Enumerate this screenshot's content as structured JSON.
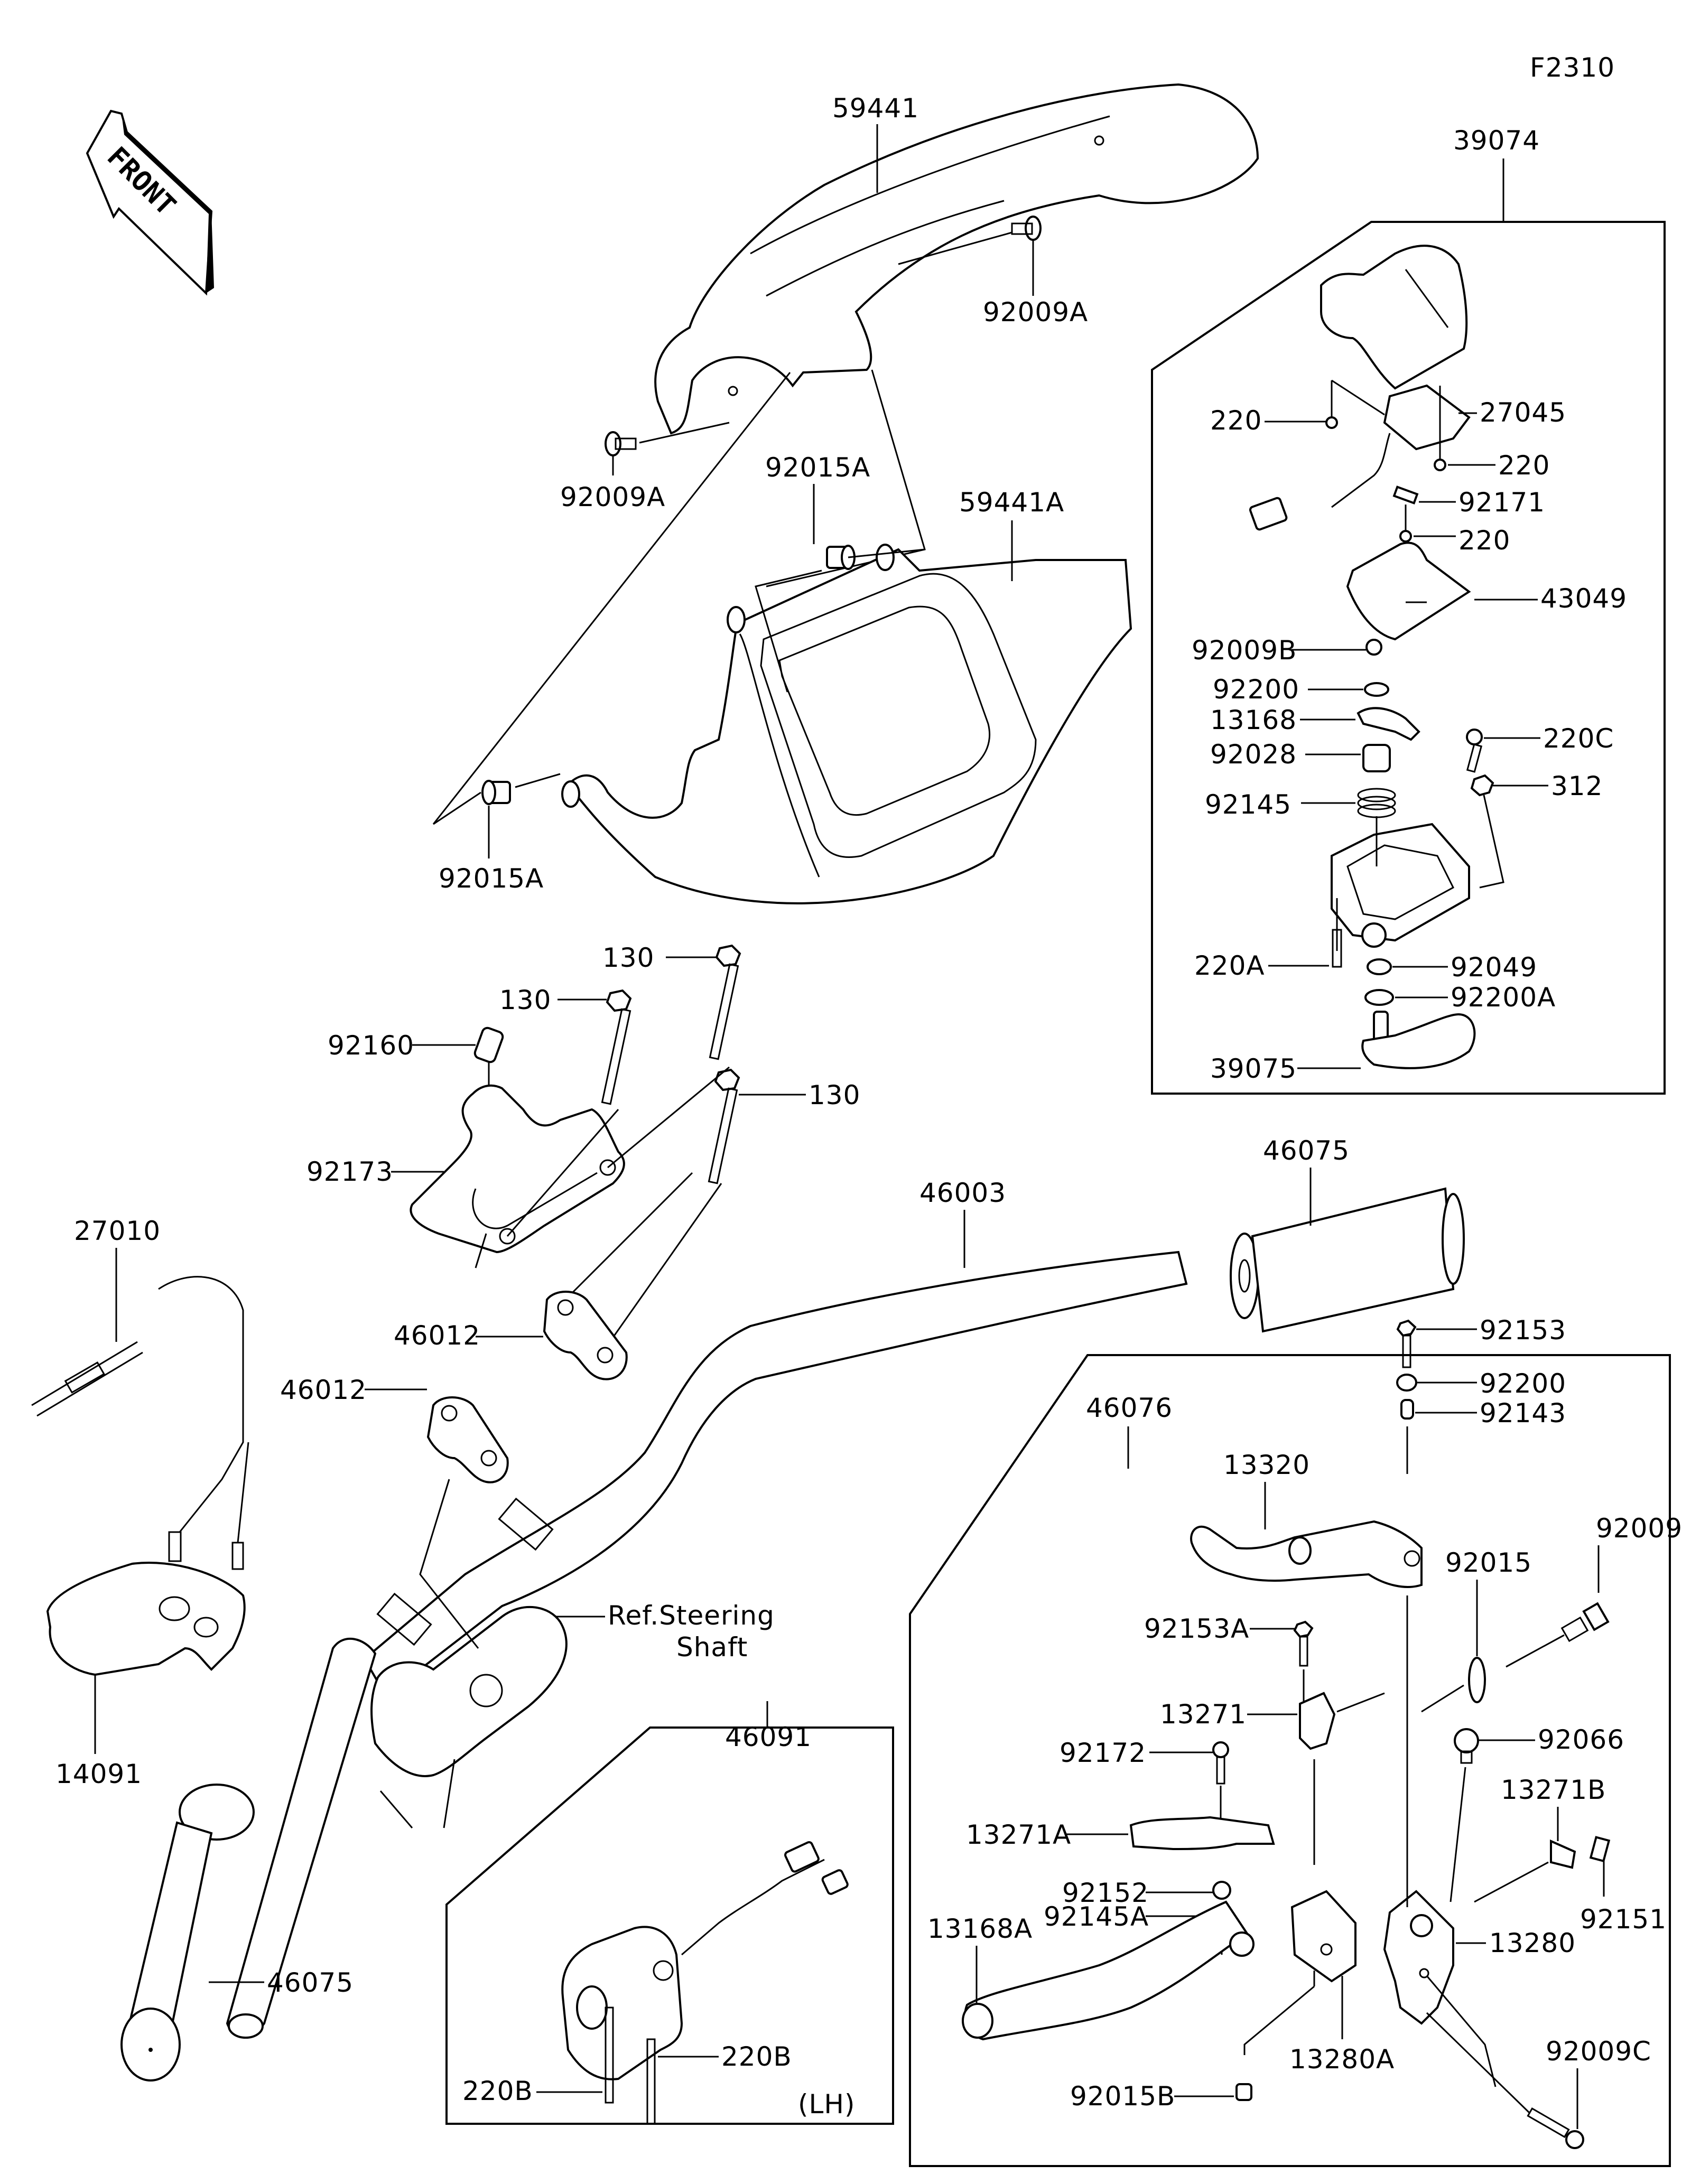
{
  "diagram": {
    "figure_code": "F2310",
    "direction_marker": "FRONT",
    "side_note": "(LH)",
    "reference_note": [
      "Ref.Steering",
      "Shaft"
    ],
    "groups": [
      {
        "id": "39074",
        "label": "39074",
        "description": "throttle case assembly (right side box)"
      },
      {
        "id": "46076",
        "label": "46076",
        "description": "clutch/brake lever assembly (lower right box)"
      },
      {
        "id": "46091",
        "label": "46091",
        "description": "left handlebar switch (lower center box)"
      }
    ],
    "labels": {
      "p59441": "59441",
      "p92009A_a": "92009A",
      "p92009A_b": "92009A",
      "p92015A_a": "92015A",
      "p92015A_b": "92015A",
      "p59441A": "59441A",
      "p39074": "39074",
      "p220_a": "220",
      "p27045": "27045",
      "p220_b": "220",
      "p92171": "92171",
      "p220_c": "220",
      "p43049": "43049",
      "p92009B": "92009B",
      "p92200": "92200",
      "p13168": "13168",
      "p220C": "220C",
      "p92028": "92028",
      "p312": "312",
      "p92145": "92145",
      "p220A": "220A",
      "p92049": "92049",
      "p92200A": "92200A",
      "p39075": "39075",
      "p130_a": "130",
      "p130_b": "130",
      "p130_c": "130",
      "p92160": "92160",
      "p92173": "92173",
      "p46003": "46003",
      "p46075_a": "46075",
      "p27010": "27010",
      "p46012_a": "46012",
      "p46012_b": "46012",
      "p46076": "46076",
      "p92153": "92153",
      "p92200_b": "92200",
      "p92143": "92143",
      "p13320": "13320",
      "p92009": "92009",
      "p92015": "92015",
      "p92153A": "92153A",
      "p13271": "13271",
      "p92066": "92066",
      "p92172": "92172",
      "p13271B": "13271B",
      "p13271A": "13271A",
      "p92151": "92151",
      "p92152": "92152",
      "p92145A": "92145A",
      "p13168A": "13168A",
      "p13280": "13280",
      "p92009C": "92009C",
      "p92015B": "92015B",
      "p13280A": "13280A",
      "p14091": "14091",
      "p46091": "46091",
      "p46075_b": "46075",
      "p220B_a": "220B",
      "p220B_b": "220B"
    }
  }
}
